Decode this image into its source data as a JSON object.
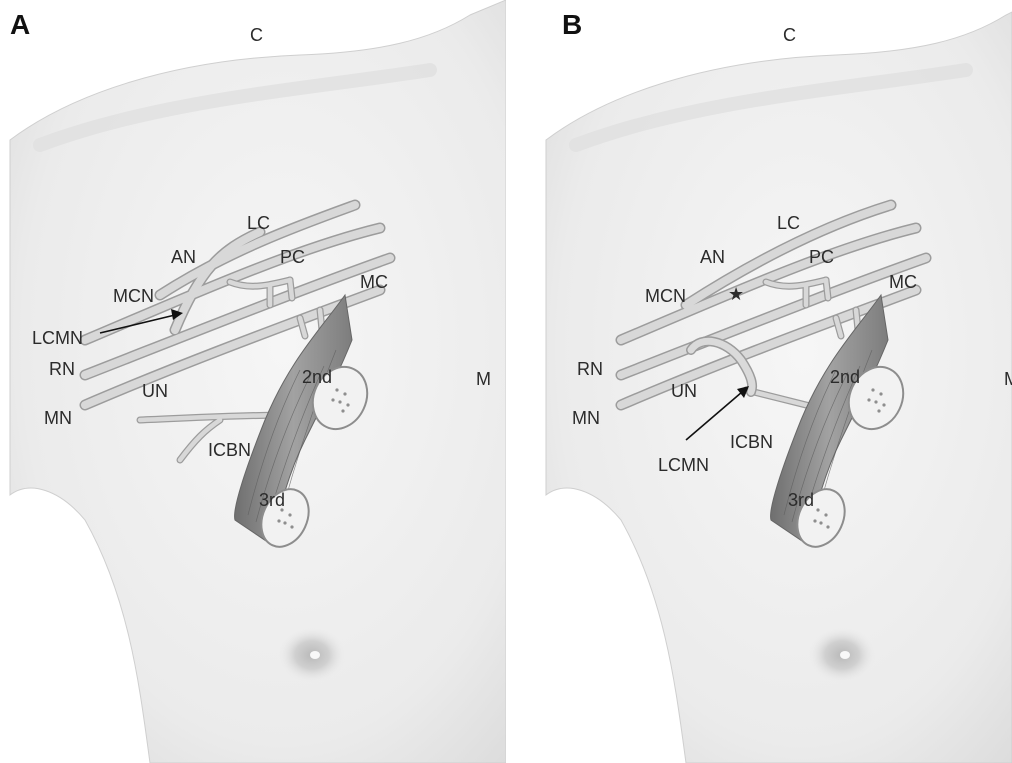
{
  "panels": [
    {
      "letter": "A",
      "labels": {
        "cranial": "C",
        "medial": "M",
        "lc": "LC",
        "an": "AN",
        "pc": "PC",
        "mcn": "MCN",
        "mc": "MC",
        "lcmn": "LCMN",
        "rn": "RN",
        "un": "UN",
        "mn": "MN",
        "icbn": "ICBN",
        "rib2": "2nd",
        "rib3": "3rd"
      }
    },
    {
      "letter": "B",
      "labels": {
        "cranial": "C",
        "medial": "M",
        "lc": "LC",
        "an": "AN",
        "pc": "PC",
        "mcn": "MCN",
        "mc": "MC",
        "star": "★",
        "rn": "RN",
        "un": "UN",
        "mn": "MN",
        "lcmn": "LCMN",
        "icbn": "ICBN",
        "rib2": "2nd",
        "rib3": "3rd"
      }
    }
  ],
  "colors": {
    "background": "#ffffff",
    "skin": "#e9e9e9",
    "nerve_fill": "#d4d4d4",
    "nerve_edge": "#9c9c9c",
    "muscle": "#8a8a8a",
    "text": "#2b2b2b"
  }
}
